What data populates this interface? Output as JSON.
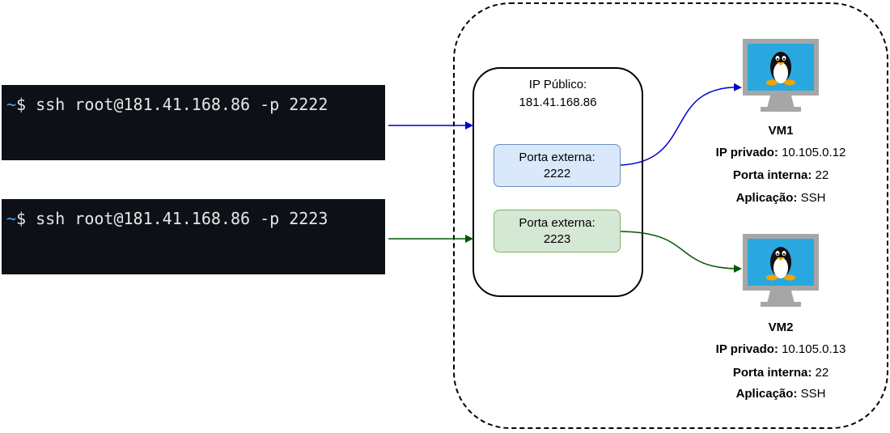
{
  "terminals": [
    {
      "prompt": "~",
      "command": "$ ssh root@181.41.168.86 -p 2222"
    },
    {
      "prompt": "~",
      "command": "$ ssh root@181.41.168.86 -p 2223"
    }
  ],
  "gateway": {
    "label": "IP Público:",
    "ip": "181.41.168.86"
  },
  "ports": [
    {
      "label": "Porta externa:",
      "value": "2222"
    },
    {
      "label": "Porta externa:",
      "value": "2223"
    }
  ],
  "vms": [
    {
      "name": "VM1",
      "ip_label": "IP privado:",
      "ip": "10.105.0.12",
      "port_label": "Porta interna:",
      "port": "22",
      "app_label": "Aplicação:",
      "app": "SSH"
    },
    {
      "name": "VM2",
      "ip_label": "IP privado:",
      "ip": "10.105.0.13",
      "port_label": "Porta interna:",
      "port": "22",
      "app_label": "Aplicação:",
      "app": "SSH"
    }
  ],
  "colors": {
    "blue_arrow": "#0000cc",
    "green_arrow": "#005700",
    "blue_fill": "#dae8fc",
    "green_fill": "#d5e8d4"
  },
  "icons": [
    "linux-monitor-icon",
    "tux-penguin-icon"
  ]
}
